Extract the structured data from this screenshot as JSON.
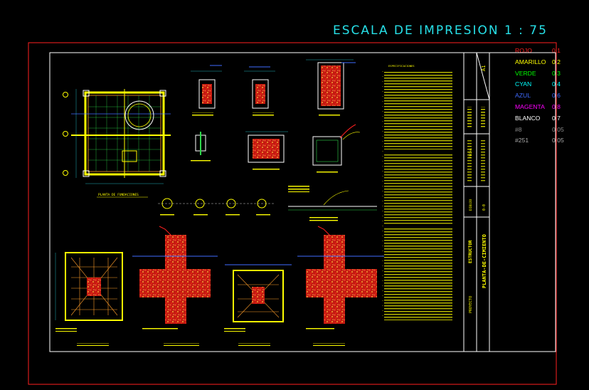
{
  "print_scale_title": "ESCALA DE IMPRESION 1 : 75",
  "pen_legend": [
    {
      "name": "ROJO",
      "weight": "0.1",
      "color": "#ff2020"
    },
    {
      "name": "AMARILLO",
      "weight": "0.2",
      "color": "#ffff00"
    },
    {
      "name": "VERDE",
      "weight": "0.3",
      "color": "#00ff00"
    },
    {
      "name": "CYAN",
      "weight": "0.4",
      "color": "#00ffff"
    },
    {
      "name": "AZUL",
      "weight": "0.6",
      "color": "#3f6bff"
    },
    {
      "name": "MAGENTA",
      "weight": "0.8",
      "color": "#ff00ff"
    },
    {
      "name": "BLANCO",
      "weight": "0.7",
      "color": "#ffffff"
    },
    {
      "name": "#8",
      "weight": "0.05",
      "color": "#8a8a8a"
    },
    {
      "name": "#251",
      "weight": "0.05",
      "color": "#a8a8a8"
    }
  ],
  "title_block": {
    "scale_code": "A1",
    "project_label": "PROYECTO",
    "drawing_name": "PLANTA-DE-CIMIENTO",
    "author_label": "DIBUJO",
    "structure_label": "ESTRUCTOR",
    "sheet_label": "FECHA",
    "sheet_value": "0-0"
  },
  "drawing_labels": {
    "plan_title": "PLANTA DE FUNDACIONES",
    "notes_title": "ESPECIFICACIONES"
  },
  "colors": {
    "frame_red": "#ff2020",
    "sheet_white": "#ffffff",
    "annot_yellow": "#ffff00",
    "concrete_red": "#e8241a",
    "rebar_orange": "#ff9d2a",
    "dim_cyan": "#27e0e8",
    "axis_blue": "#3f6bff",
    "grid_green": "#2dd84a"
  }
}
